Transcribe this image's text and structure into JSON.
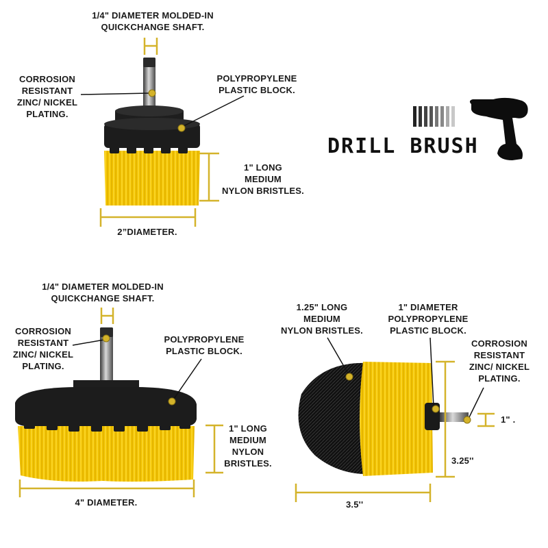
{
  "colors": {
    "accent_gold": "#d4b32a",
    "bristle_yellow": "#f5c800",
    "block_black": "#1c1c1c",
    "text": "#1a1a1a"
  },
  "logo": {
    "text": "DRILL BRUSH",
    "icon": "drill-icon",
    "stripe_count": 8
  },
  "brush_2in": {
    "shaft_label": [
      "1/4\" DIAMETER MOLDED-IN",
      "QUICKCHANGE SHAFT."
    ],
    "plating_label": [
      "CORROSION",
      "RESISTANT",
      "ZINC/ NICKEL",
      "PLATING."
    ],
    "block_label": [
      "POLYPROPYLENE",
      "PLASTIC BLOCK."
    ],
    "bristle_label": [
      "1\" LONG",
      "MEDIUM",
      "NYLON BRISTLES."
    ],
    "diameter_label": "2”DIAMETER."
  },
  "brush_4in": {
    "shaft_label": [
      "1/4\" DIAMETER MOLDED-IN",
      "QUICKCHANGE SHAFT."
    ],
    "plating_label": [
      "CORROSION",
      "RESISTANT",
      "ZINC/ NICKEL",
      "PLATING."
    ],
    "block_label": [
      "POLYPROPYLENE",
      "PLASTIC BLOCK."
    ],
    "bristle_label": [
      "1\" LONG",
      "MEDIUM",
      "NYLON",
      "BRISTLES."
    ],
    "diameter_label": "4\" DIAMETER."
  },
  "brush_round": {
    "bristle_label": [
      "1.25\" LONG",
      "MEDIUM",
      "NYLON BRISTLES."
    ],
    "block_label": [
      "1\" DIAMETER",
      "POLYPROPYLENE",
      "PLASTIC BLOCK."
    ],
    "plating_label": [
      "CORROSION",
      "RESISTANT",
      "ZINC/ NICKEL",
      "PLATING."
    ],
    "shaft_dim_label": "1\" .",
    "height_label": "3.25''",
    "width_label": "3.5''"
  }
}
